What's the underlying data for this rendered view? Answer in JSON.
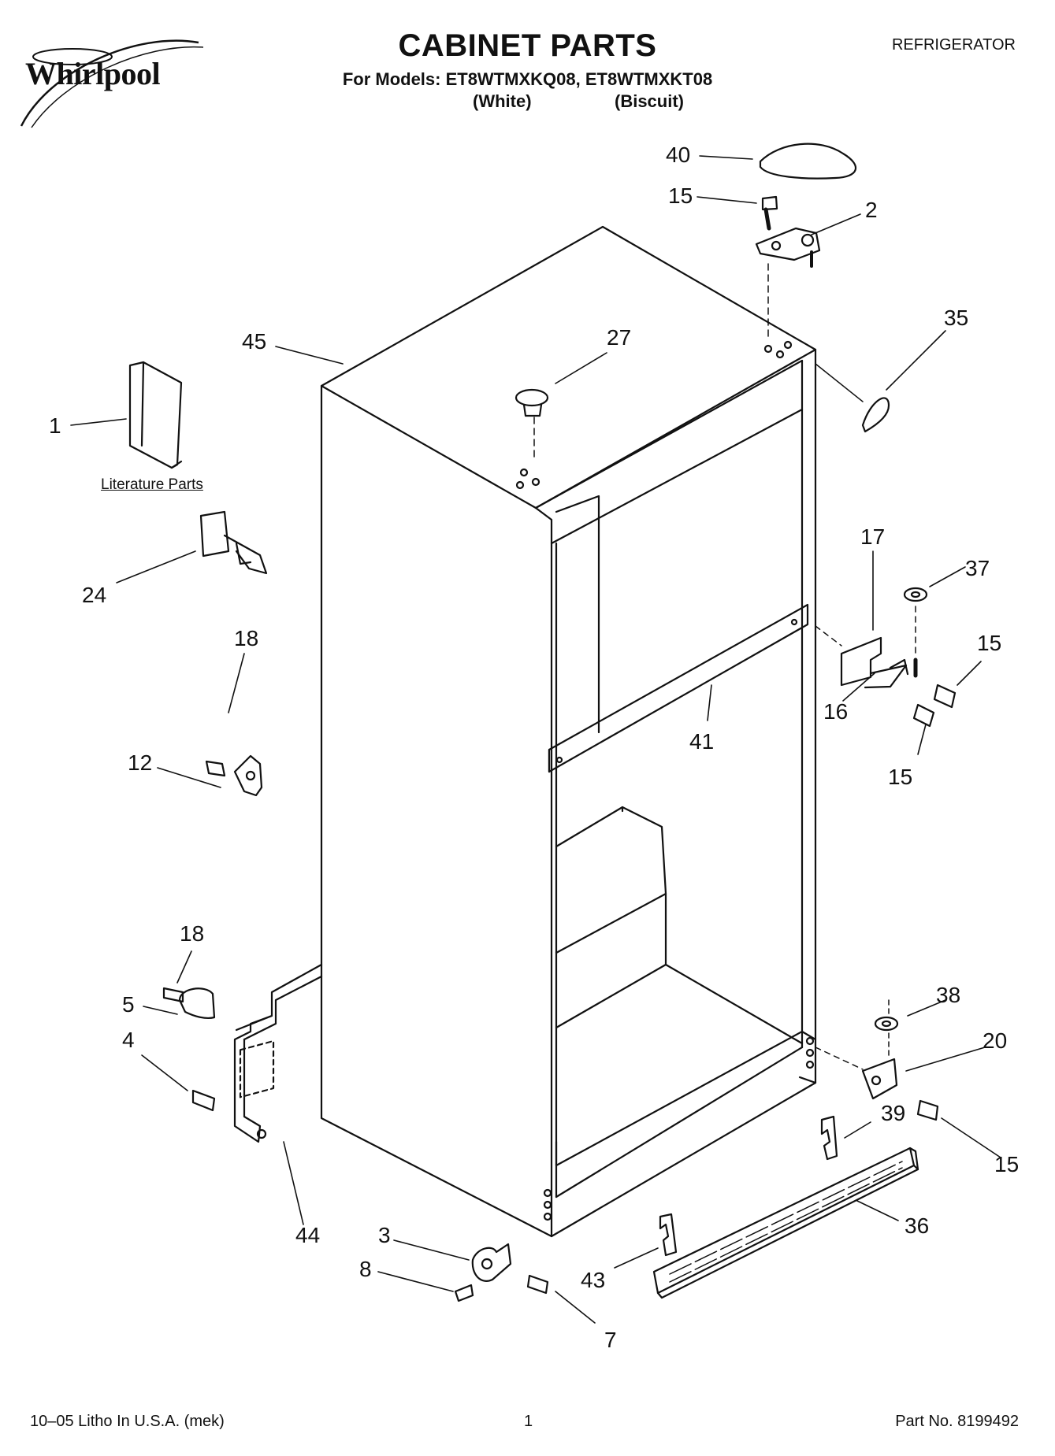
{
  "header": {
    "brand": "Whirlpool",
    "title": "CABINET PARTS",
    "models": "For Models: ET8WTMXKQ08, ET8WTMXKT08",
    "variant_white": "(White)",
    "variant_biscuit": "(Biscuit)",
    "product": "REFRIGERATOR"
  },
  "diagram": {
    "literature_label": "Literature Parts",
    "callouts": {
      "c40": "40",
      "c15a": "15",
      "c2": "2",
      "c45": "45",
      "c27": "27",
      "c35": "35",
      "c1": "1",
      "c24": "24",
      "c17": "17",
      "c37": "37",
      "c15b": "15",
      "c18a": "18",
      "c12": "12",
      "c41": "41",
      "c16": "16",
      "c15c": "15",
      "c18b": "18",
      "c38": "38",
      "c5": "5",
      "c20": "20",
      "c4": "4",
      "c39": "39",
      "c15d": "15",
      "c36": "36",
      "c44": "44",
      "c3": "3",
      "c8": "8",
      "c43": "43",
      "c7": "7"
    }
  },
  "footer": {
    "litho": "10–05 Litho In U.S.A. (mek)",
    "page": "1",
    "part_no": "Part No. 8199492"
  }
}
